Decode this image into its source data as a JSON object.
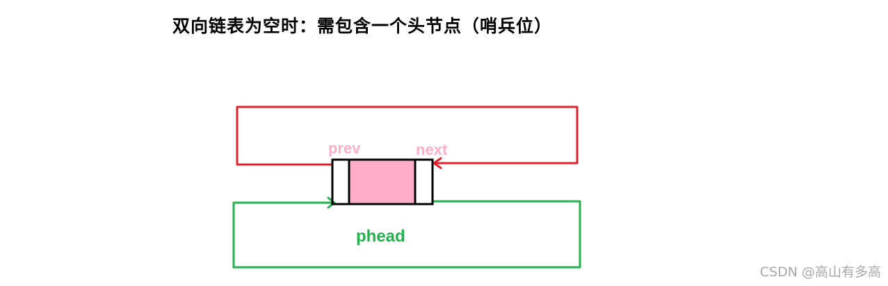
{
  "title": "双向链表为空时：需包含一个头节点（哨兵位）",
  "labels": {
    "prev": "prev",
    "next": "next",
    "phead": "phead"
  },
  "watermark": "CSDN @高山有多高",
  "colors": {
    "prev_link": "#e0202a",
    "next_link": "#22b14c",
    "node_fill": "#ffaec9",
    "node_border": "#000000",
    "prev_label": "#ffaec9",
    "next_label": "#ffaec9",
    "phead_label": "#22b14c"
  }
}
